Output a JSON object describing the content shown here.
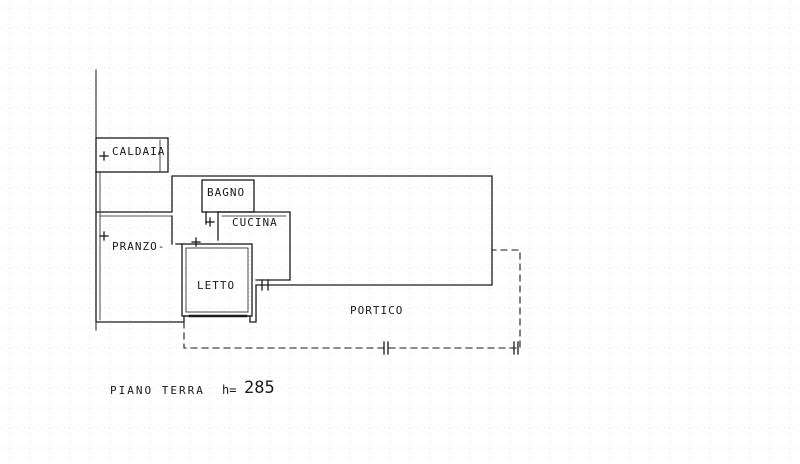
{
  "plan": {
    "rooms": {
      "caldaia": "CALDAIA",
      "bagno": "BAGNO",
      "cucina": "CUCINA",
      "pranzo": "PRANZO-",
      "letto": "LETTO",
      "portico": "PORTICO"
    },
    "floor_label": "PIANO TERRA",
    "height_prefix": "h=",
    "height_value": "285"
  },
  "colors": {
    "ink": "#1a1a1a",
    "grid": "#cfcfcf",
    "paper": "#ffffff"
  }
}
